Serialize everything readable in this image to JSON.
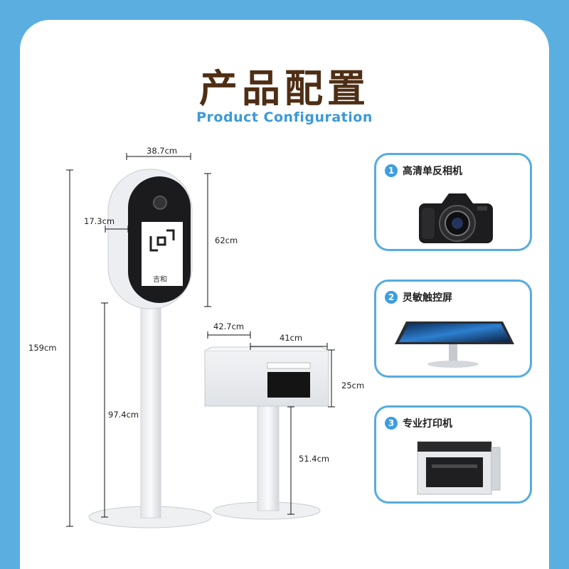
{
  "header": {
    "title": "产品配置",
    "subtitle": "Product Configuration"
  },
  "dimensions": {
    "kiosk_width": "38.7cm",
    "kiosk_depth": "17.3cm",
    "kiosk_head_height": "62cm",
    "kiosk_total_height": "159cm",
    "kiosk_stand_height": "97.4cm",
    "printer_depth": "42.7cm",
    "printer_width": "41cm",
    "printer_box_height": "25cm",
    "printer_stand_height": "51.4cm"
  },
  "kiosk": {
    "logo_text": "吉和"
  },
  "features": [
    {
      "num": "1",
      "label": "高清单反相机",
      "icon": "dslr-camera-icon"
    },
    {
      "num": "2",
      "label": "灵敏触控屏",
      "icon": "touch-screen-icon"
    },
    {
      "num": "3",
      "label": "专业打印机",
      "icon": "photo-printer-icon"
    }
  ],
  "colors": {
    "background": "#5aafe0",
    "title": "#4e2e14",
    "subtitle": "#3a9ad9",
    "accent": "#3c9ee0"
  }
}
